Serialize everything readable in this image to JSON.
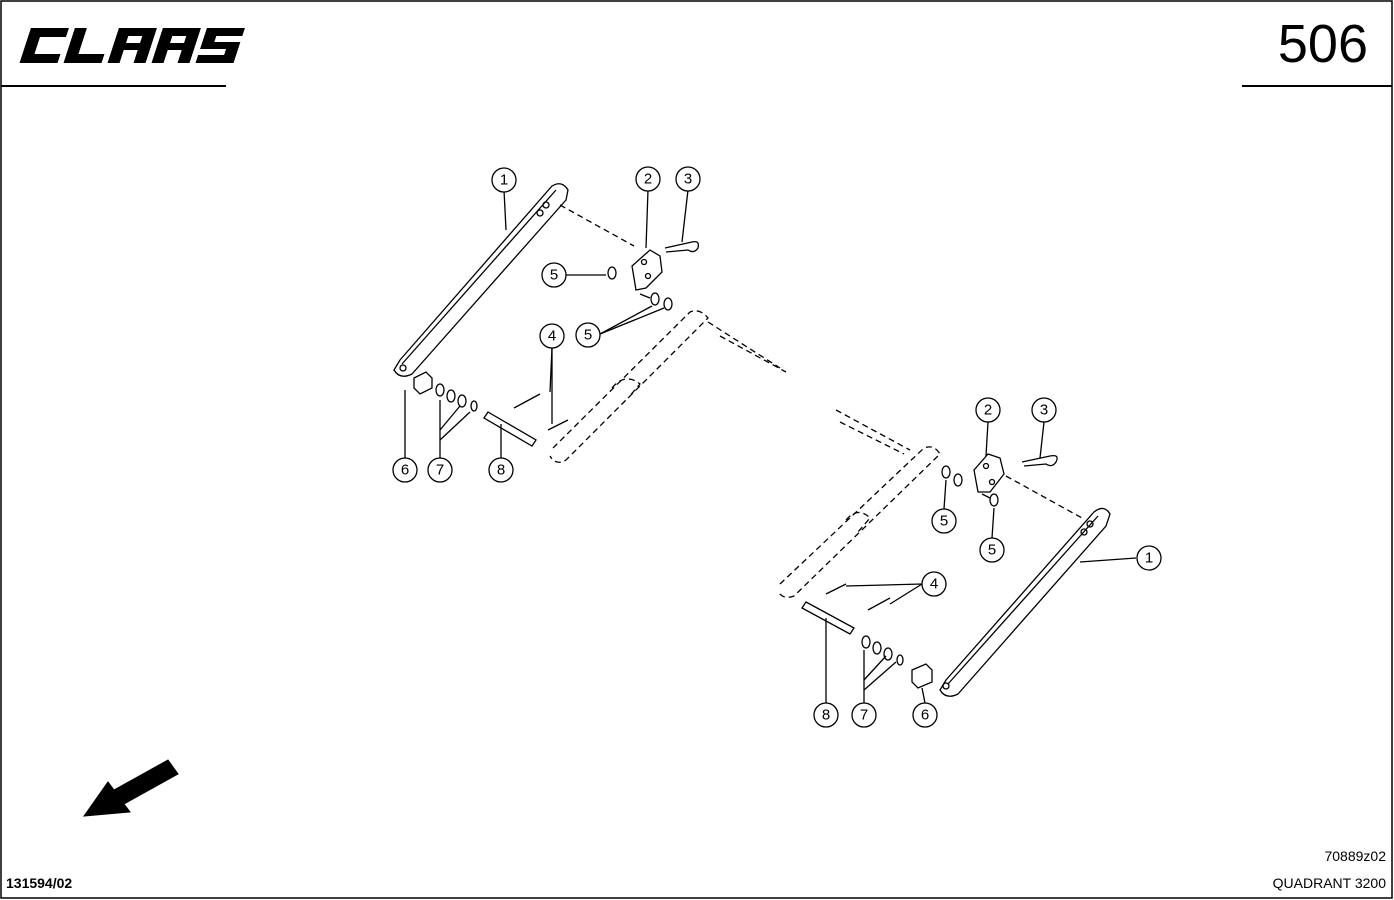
{
  "header": {
    "brand": "CLAAS",
    "page_number": "506"
  },
  "footer": {
    "drawing_code": "70889z02",
    "model": "QUADRANT 3200",
    "document_ref": "131594/02"
  },
  "callouts": {
    "left": {
      "c1": "1",
      "c2": "2",
      "c3": "3",
      "c4": "4",
      "c5a": "5",
      "c5b": "5",
      "c6": "6",
      "c7": "7",
      "c8": "8"
    },
    "right": {
      "c1": "1",
      "c2": "2",
      "c3": "3",
      "c4": "4",
      "c5a": "5",
      "c5b": "5",
      "c6": "6",
      "c7": "7",
      "c8": "8"
    }
  },
  "icons": {
    "direction_arrow": "direction-arrow-icon",
    "logo": "claas-logo"
  }
}
